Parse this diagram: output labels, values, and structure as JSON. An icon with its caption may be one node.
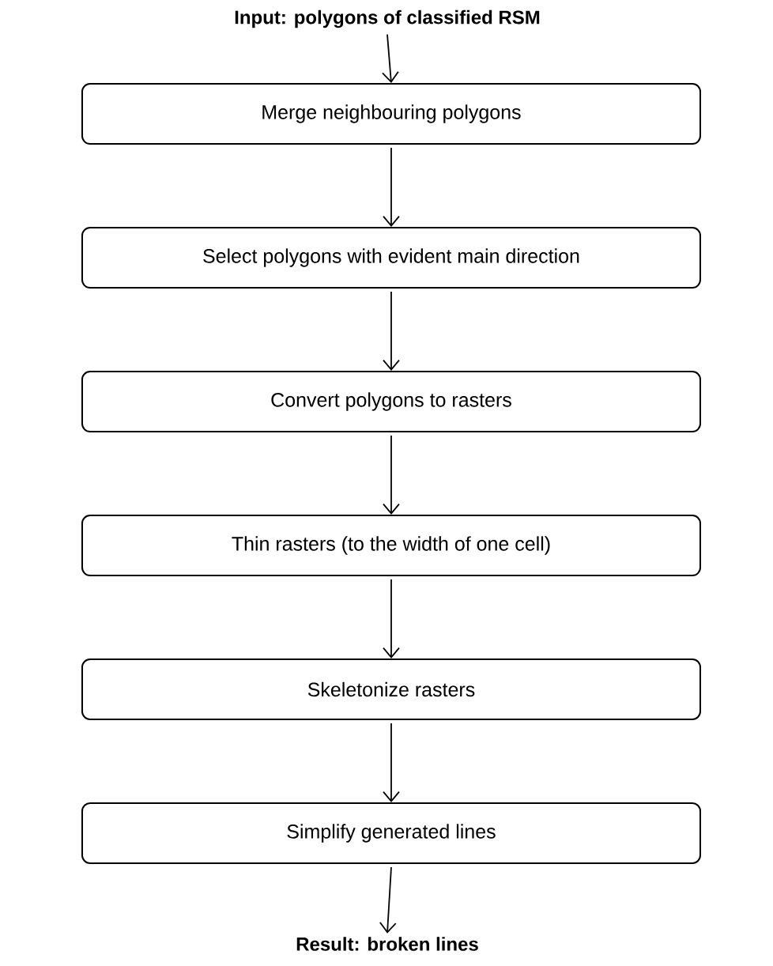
{
  "diagram": {
    "nodes": [
      {
        "text": [
          "Input: polygons of classified RSM"
        ]
      },
      {
        "text": [
          "Merge neighbouring polygons"
        ]
      },
      {
        "text": [
          "Select polygons with evident main direction"
        ]
      },
      {
        "text": [
          "Convert polygons to rasters"
        ]
      },
      {
        "text": [
          "Thin rasters (to the width of one cell)"
        ]
      },
      {
        "text": [
          "Skeletonize rasters"
        ]
      },
      {
        "text": [
          "Simplify generated lines"
        ]
      },
      {
        "text": [
          "Result: broken lines"
        ]
      }
    ],
    "edges": [
      {
        "from": 0,
        "to": 1,
        "arrow": "to"
      },
      {
        "from": 1,
        "to": 2,
        "arrow": "to"
      },
      {
        "from": 2,
        "to": 3,
        "arrow": "to"
      },
      {
        "from": 3,
        "to": 4,
        "arrow": "to"
      },
      {
        "from": 4,
        "to": 5,
        "arrow": "to"
      },
      {
        "from": 5,
        "to": 6,
        "arrow": "to"
      },
      {
        "from": 6,
        "to": 7,
        "arrow": "to"
      }
    ]
  }
}
